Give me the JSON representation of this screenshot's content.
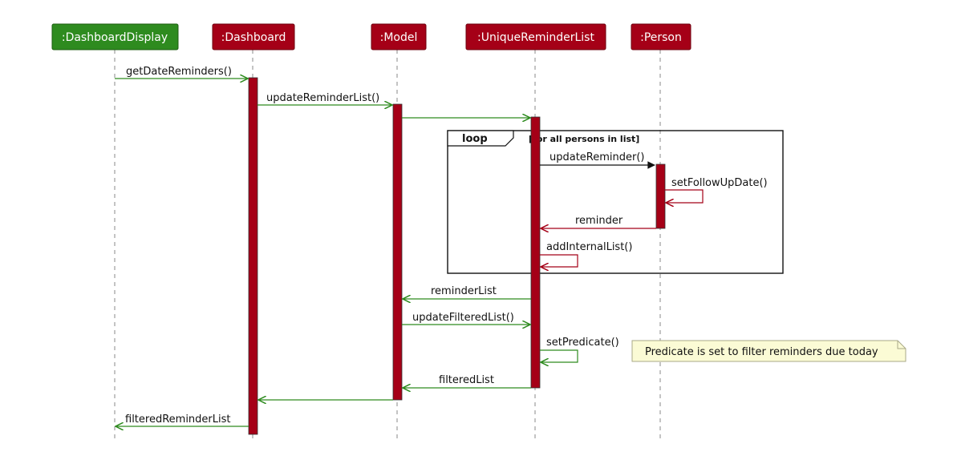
{
  "participants": [
    {
      "id": "display",
      "label": ":DashboardDisplay",
      "color": "#2e8b1f"
    },
    {
      "id": "dashboard",
      "label": ":Dashboard",
      "color": "#a50017"
    },
    {
      "id": "model",
      "label": ":Model",
      "color": "#a50017"
    },
    {
      "id": "list",
      "label": ":UniqueReminderList",
      "color": "#a50017"
    },
    {
      "id": "person",
      "label": ":Person",
      "color": "#a50017"
    }
  ],
  "messages": [
    {
      "from": "display",
      "to": "dashboard",
      "label": "getDateReminders()",
      "kind": "call",
      "color": "#2e8b1f"
    },
    {
      "from": "dashboard",
      "to": "model",
      "label": "updateReminderList()",
      "kind": "call",
      "color": "#2e8b1f"
    },
    {
      "from": "model",
      "to": "list",
      "label": "",
      "kind": "call",
      "color": "#2e8b1f"
    },
    {
      "from": "list",
      "to": "person",
      "label": "updateReminder()",
      "kind": "call",
      "color": "#111111"
    },
    {
      "from": "person",
      "to": "person",
      "label": "setFollowUpDate()",
      "kind": "self",
      "color": "#a50017"
    },
    {
      "from": "person",
      "to": "list",
      "label": "reminder",
      "kind": "return",
      "color": "#a50017"
    },
    {
      "from": "list",
      "to": "list",
      "label": "addInternalList()",
      "kind": "self",
      "color": "#a50017"
    },
    {
      "from": "list",
      "to": "model",
      "label": "reminderList",
      "kind": "return",
      "color": "#2e8b1f"
    },
    {
      "from": "model",
      "to": "list",
      "label": "updateFilteredList()",
      "kind": "call",
      "color": "#2e8b1f"
    },
    {
      "from": "list",
      "to": "list",
      "label": "setPredicate()",
      "kind": "self",
      "color": "#2e8b1f"
    },
    {
      "from": "list",
      "to": "model",
      "label": "filteredList",
      "kind": "return",
      "color": "#2e8b1f"
    },
    {
      "from": "model",
      "to": "dashboard",
      "label": "",
      "kind": "return",
      "color": "#2e8b1f"
    },
    {
      "from": "dashboard",
      "to": "display",
      "label": "filteredReminderList",
      "kind": "return",
      "color": "#2e8b1f"
    }
  ],
  "loop": {
    "title": "loop",
    "guard": "[for all persons in list]"
  },
  "note": {
    "text": "Predicate is set to filter reminders due today",
    "fill": "#fbfbd5",
    "border": "#aaaa88"
  },
  "colors": {
    "activation": "#a50017",
    "lifeline": "#888888",
    "green": "#2e8b1f",
    "red": "#a50017"
  }
}
